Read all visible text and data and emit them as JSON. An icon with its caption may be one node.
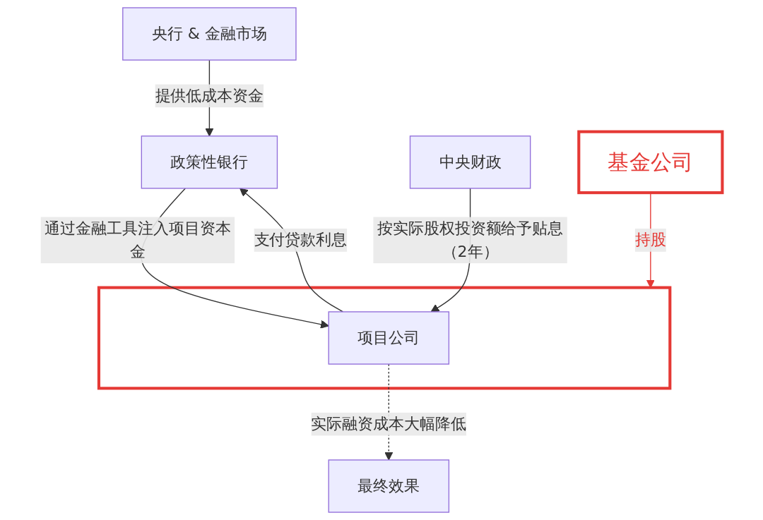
{
  "diagram": {
    "nodes": [
      {
        "text": [
          "央行 & 金融市场"
        ]
      },
      {
        "text": [
          "政策性银行"
        ]
      },
      {
        "text": [
          "中央财政"
        ]
      },
      {
        "text": [
          "基金公司"
        ]
      },
      {
        "text": [],
        "shape": "box"
      },
      {
        "text": [
          "项目公司"
        ],
        "in": 4
      },
      {
        "text": [
          "最终效果"
        ]
      }
    ],
    "edges": [
      {
        "from": 0,
        "to": 1,
        "arrow": "to",
        "label": "提供低成本资金"
      },
      {
        "from": 1,
        "to": 5,
        "arrow": "to",
        "label": "通过金融工具注入项目资本金"
      },
      {
        "from": 5,
        "to": 1,
        "arrow": "to",
        "label": "支付贷款利息"
      },
      {
        "from": 2,
        "to": 5,
        "arrow": "to",
        "label": "按实际股权投资额给予贴息（2年）"
      },
      {
        "from": 3,
        "to": 4,
        "arrow": "to",
        "label": "持股",
        "color": "#e53935"
      },
      {
        "from": 5,
        "to": 6,
        "arrow": "to",
        "label": "实际融资成本大幅降低",
        "style": "dashed"
      }
    ]
  }
}
